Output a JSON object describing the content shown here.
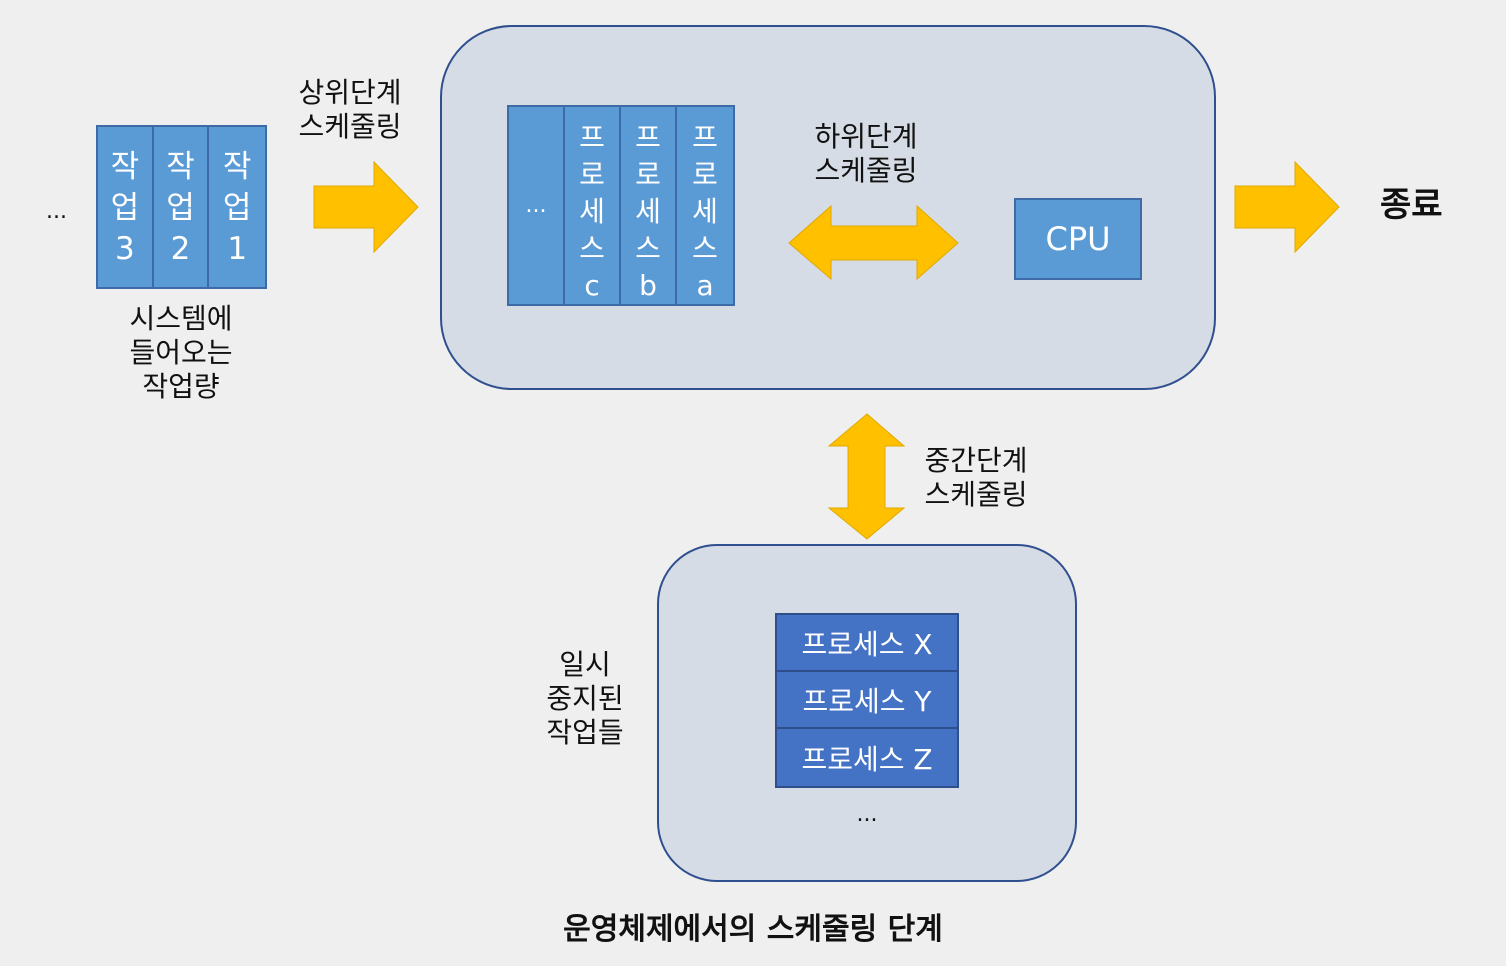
{
  "incoming": {
    "ellipsis": "...",
    "jobs": [
      {
        "chars": [
          "작",
          "업",
          "3"
        ]
      },
      {
        "chars": [
          "작",
          "업",
          "2"
        ]
      },
      {
        "chars": [
          "작",
          "업",
          "1"
        ]
      }
    ],
    "caption": [
      "시스템에",
      "들어오는",
      "작업량"
    ]
  },
  "long_term": {
    "label": [
      "상위단계",
      "스케줄링"
    ]
  },
  "ready_queue": {
    "ellipsis": "...",
    "processes": [
      {
        "chars": [
          "프",
          "로",
          "세",
          "스",
          "c"
        ]
      },
      {
        "chars": [
          "프",
          "로",
          "세",
          "스",
          "b"
        ]
      },
      {
        "chars": [
          "프",
          "로",
          "세",
          "스",
          "a"
        ]
      }
    ]
  },
  "short_term": {
    "label": [
      "하위단계",
      "스케줄링"
    ]
  },
  "cpu": {
    "label": "CPU"
  },
  "exit": {
    "label": "종료"
  },
  "mid_term": {
    "label": [
      "중간단계",
      "스케줄링"
    ]
  },
  "suspended": {
    "caption": [
      "일시",
      "중지된",
      "작업들"
    ],
    "processes": [
      "프로세스 X",
      "프로세스 Y",
      "프로세스 Z"
    ],
    "ellipsis": "..."
  },
  "title": "운영체제에서의 스케줄링 단계",
  "colors": {
    "background": "#efefef",
    "panel_fill": "#d6dce5",
    "panel_border": "#2f4f8f",
    "box_blue": "#5b9bd5",
    "box_dark_blue": "#4472c4",
    "arrow": "#ffc000"
  }
}
